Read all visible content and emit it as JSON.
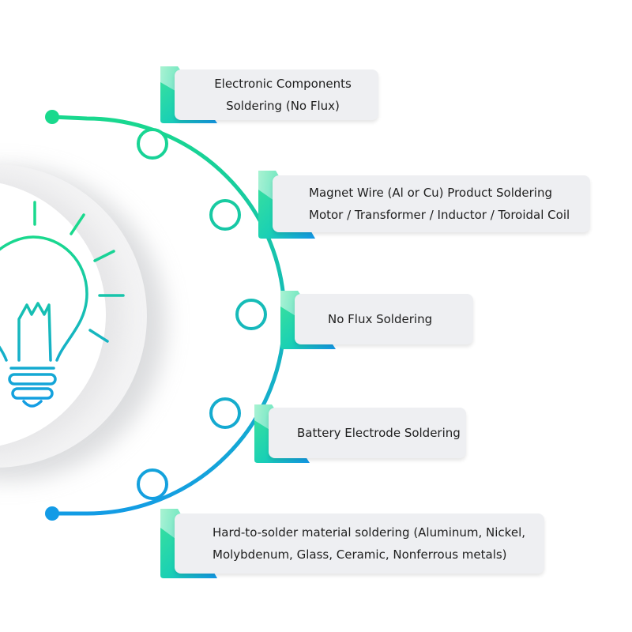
{
  "colors": {
    "teal": "#19d98d",
    "blue": "#139be6",
    "panel": "#eeeff2",
    "text": "#1e1e1e"
  },
  "central_icon": "lightbulb-icon",
  "items": [
    {
      "lines": [
        "Electronic Components",
        "Soldering (No Flux)"
      ]
    },
    {
      "lines": [
        "Magnet Wire (Al or Cu) Product Soldering",
        "Motor / Transformer / Inductor / Toroidal Coil"
      ]
    },
    {
      "lines": [
        "No Flux Soldering"
      ]
    },
    {
      "lines": [
        "Battery Electrode Soldering"
      ]
    },
    {
      "lines": [
        "Hard-to-solder material soldering (Aluminum, Nickel,",
        "Molybdenum, Glass, Ceramic, Nonferrous metals)"
      ]
    }
  ]
}
